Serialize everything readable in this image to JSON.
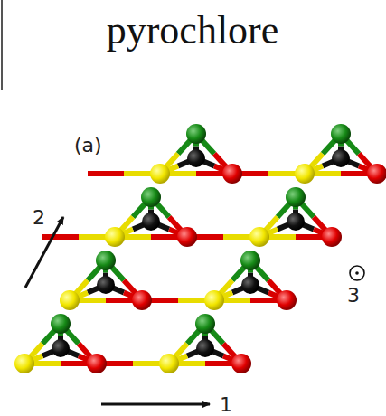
{
  "diagram": {
    "title": "pyrochlore",
    "labels": [
      "(a)",
      "2",
      "3",
      "1"
    ]
  }
}
